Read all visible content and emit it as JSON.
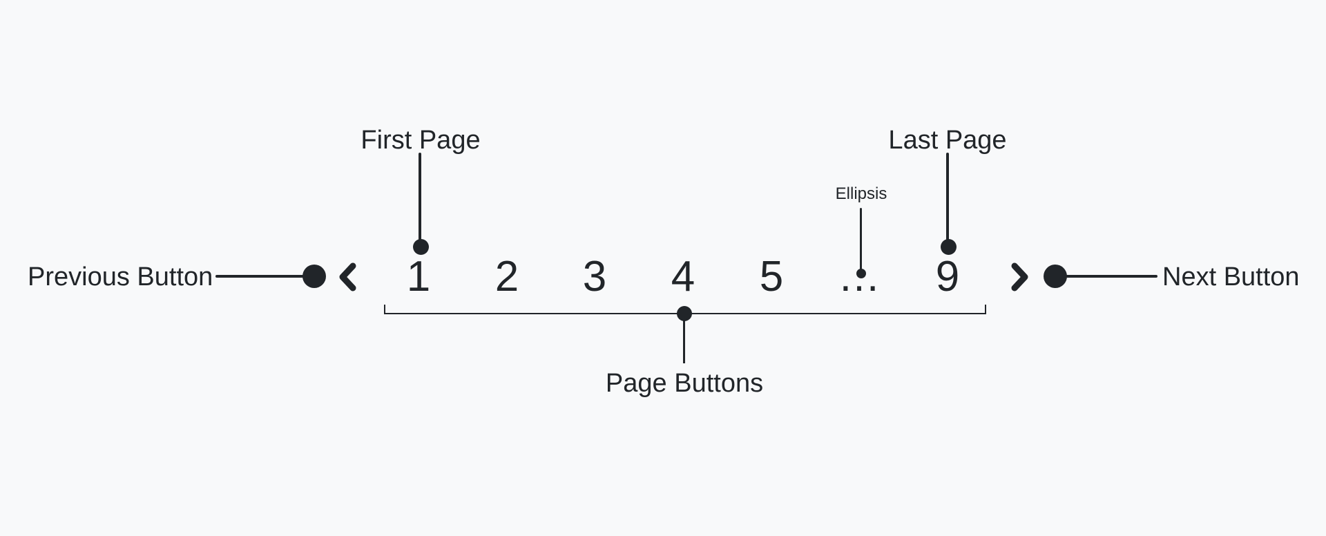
{
  "colors": {
    "background": "#f8f9fa",
    "ink": "#212529"
  },
  "diagram": {
    "annotations": {
      "previous_label": "Previous Button",
      "next_label": "Next Button",
      "first_page_label": "First Page",
      "last_page_label": "Last Page",
      "ellipsis_label": "Ellipsis",
      "page_buttons_label": "Page Buttons"
    },
    "pagination": {
      "previous_icon": "chevron-left",
      "next_icon": "chevron-right",
      "pages": [
        "1",
        "2",
        "3",
        "4",
        "5",
        "…",
        "9"
      ],
      "first_page": "1",
      "last_page": "9",
      "ellipsis_glyph": "…"
    }
  }
}
